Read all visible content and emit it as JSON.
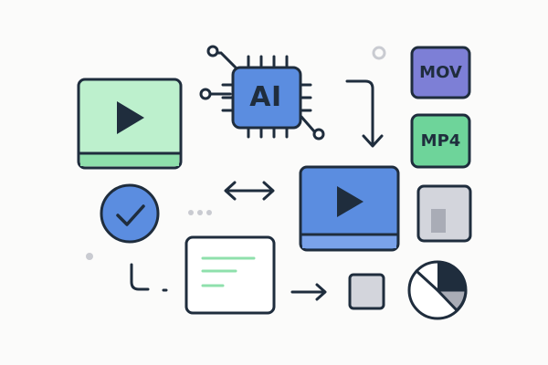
{
  "illustration": {
    "chip": {
      "label": "AI"
    },
    "format_badges": [
      {
        "label": "MOV",
        "color": "#7d7fd6"
      },
      {
        "label": "MP4",
        "color": "#6ed49a"
      }
    ],
    "colors": {
      "outline": "#1f2d3d",
      "green_fill": "#bdf0cd",
      "green_bar": "#8fe0ac",
      "blue_fill": "#5b8de0",
      "blue_light": "#7aa3ea",
      "gray_fill": "#d3d5dc",
      "gray_dark": "#a9acb6",
      "text_line_green": "#8fe0ac",
      "dot_gray": "#c9cbd1",
      "background": "#fbfbfa"
    },
    "icons": [
      "video-player-icon-green",
      "ai-chip-icon",
      "curved-arrow-down-icon",
      "double-arrow-icon",
      "video-player-icon-blue",
      "check-circle-icon",
      "document-card-icon",
      "arrow-right-icon",
      "small-square-icon",
      "file-thumbnail-icon",
      "pie-chart-icon",
      "corner-bracket-icon"
    ]
  }
}
